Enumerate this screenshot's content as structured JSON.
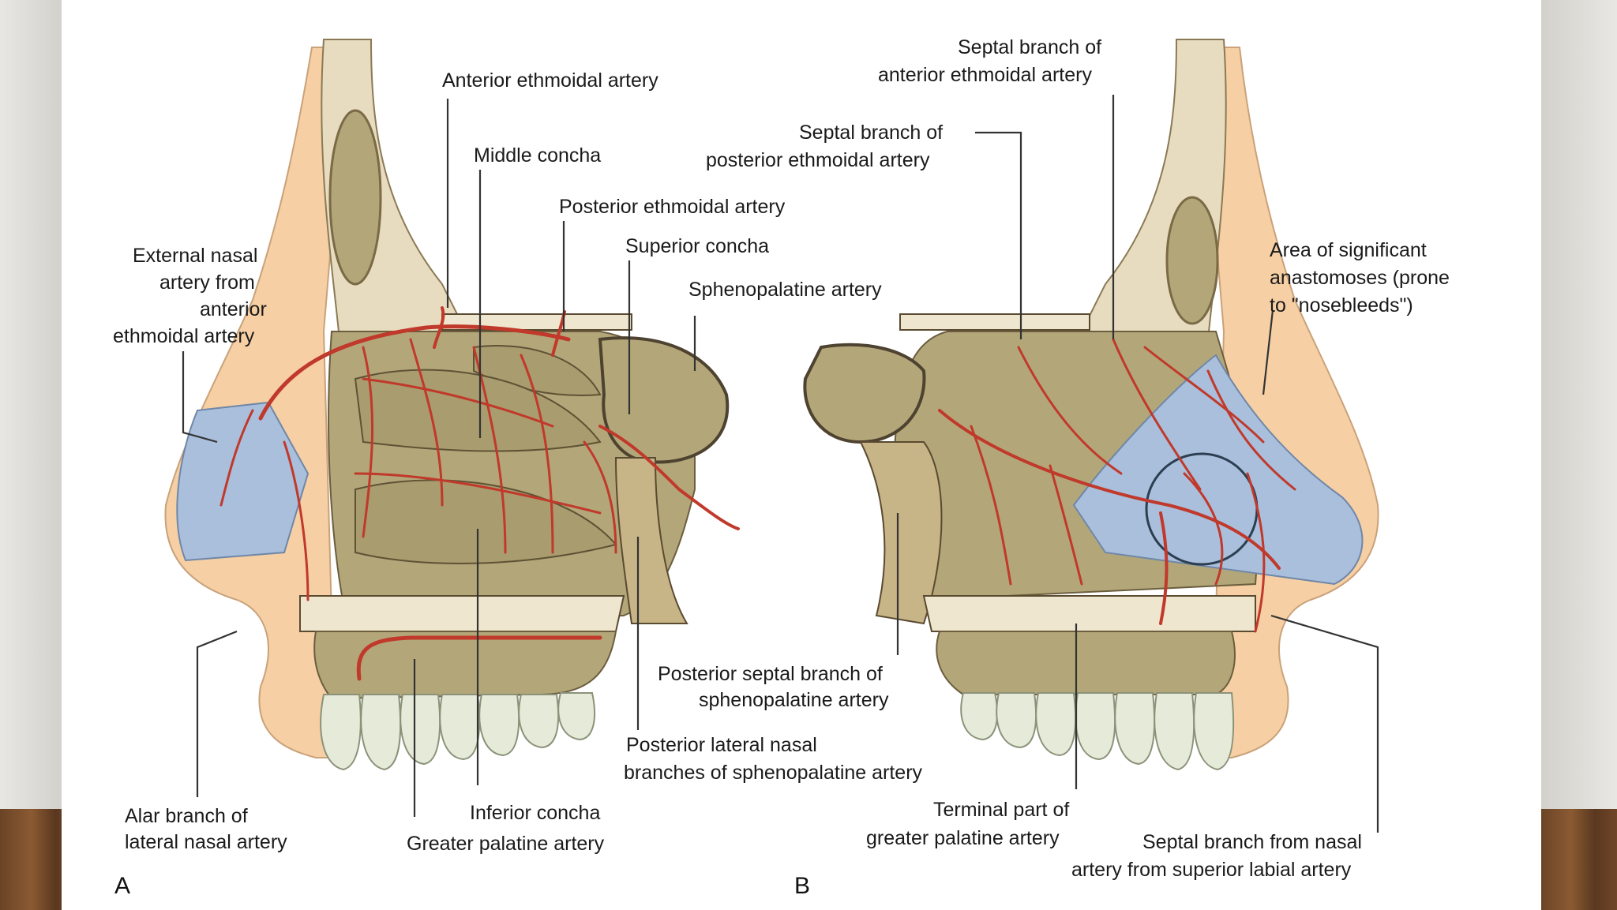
{
  "panels": {
    "a": "A",
    "b": "B"
  },
  "labels": {
    "anterior_ethmoidal_artery": "Anterior ethmoidal artery",
    "middle_concha": "Middle concha",
    "posterior_ethmoidal_artery": "Posterior ethmoidal artery",
    "superior_concha": "Superior concha",
    "sphenopalatine_artery": "Sphenopalatine artery",
    "external_nasal_1": "External nasal",
    "external_nasal_2": "artery from",
    "external_nasal_3": "anterior",
    "external_nasal_4": "ethmoidal artery",
    "alar_branch_1": "Alar branch of",
    "alar_branch_2": "lateral nasal artery",
    "inferior_concha": "Inferior concha",
    "greater_palatine_artery": "Greater palatine artery",
    "posterior_lateral_nasal_1": "Posterior lateral nasal",
    "posterior_lateral_nasal_2": "branches of sphenopalatine artery",
    "posterior_septal_1": "Posterior septal branch of",
    "posterior_septal_2": "sphenopalatine artery",
    "septal_anterior_1": "Septal branch of",
    "septal_anterior_2": "anterior ethmoidal artery",
    "septal_posterior_1": "Septal branch of",
    "septal_posterior_2": "posterior ethmoidal artery",
    "anastomoses_1": "Area of significant",
    "anastomoses_2": "anastomoses (prone",
    "anastomoses_3": "to \"nosebleeds\")",
    "terminal_palatine_1": "Terminal part of",
    "terminal_palatine_2": "greater palatine artery",
    "septal_labial_1": "Septal branch from nasal",
    "septal_labial_2": "artery from superior labial artery"
  },
  "colors": {
    "artery": "#c0392b",
    "bone": "#c7b487",
    "mucosa": "#b3a77a",
    "skin": "#f6cfa4",
    "cartilage": "#a9bfdc",
    "teeth": "#e6ead8"
  }
}
